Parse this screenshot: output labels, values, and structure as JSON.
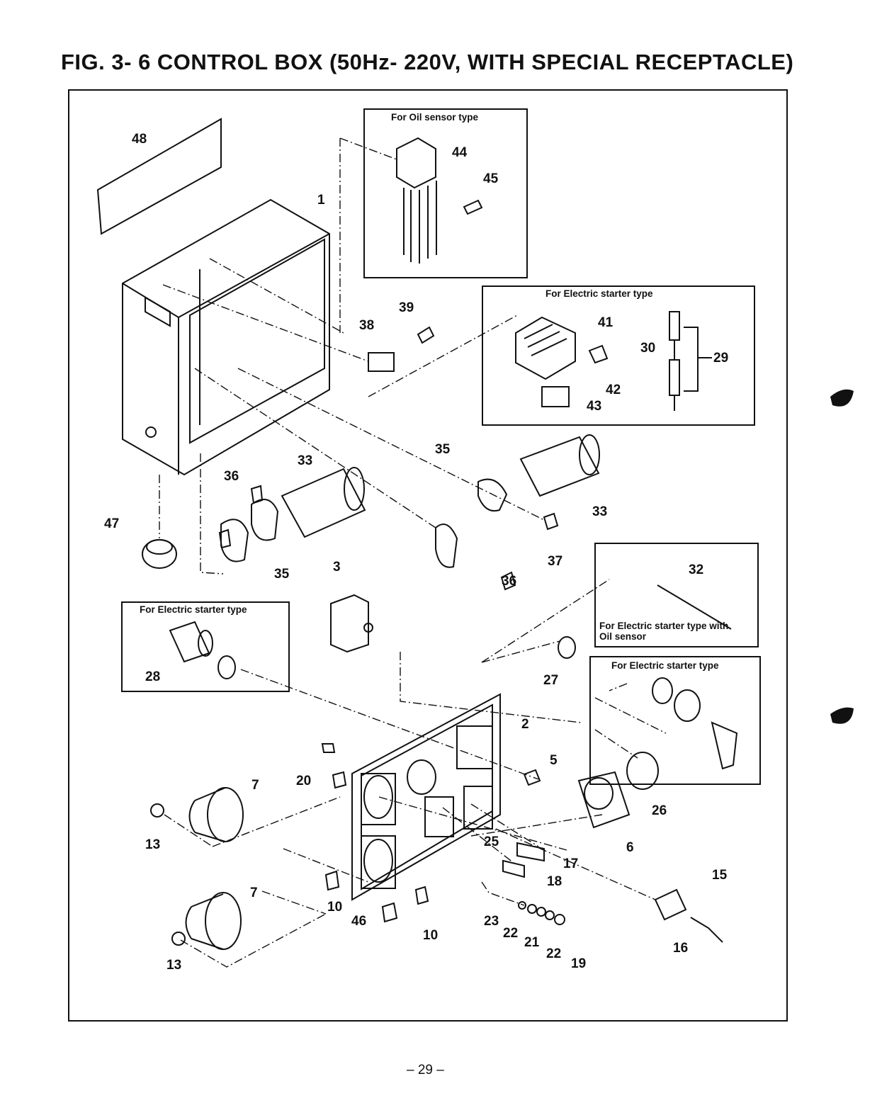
{
  "title": "FIG. 3- 6  CONTROL  BOX  (50Hz- 220V,  WITH  SPECIAL  RECEPTACLE)",
  "boxes": {
    "oil_sensor": "For Oil sensor type",
    "electric_starter_top": "For Electric starter type",
    "electric_starter_left": "For Electric starter type",
    "electric_starter_oil": "For Electric starter type with Oil sensor",
    "electric_starter_right": "For Electric starter type"
  },
  "parts": {
    "p1": "1",
    "p2": "2",
    "p3": "3",
    "p5": "5",
    "p6": "6",
    "p7a": "7",
    "p7b": "7",
    "p10a": "10",
    "p10b": "10",
    "p13a": "13",
    "p13b": "13",
    "p15": "15",
    "p16": "16",
    "p17": "17",
    "p18": "18",
    "p19": "19",
    "p20": "20",
    "p21": "21",
    "p22a": "22",
    "p22b": "22",
    "p23": "23",
    "p25": "25",
    "p26": "26",
    "p27": "27",
    "p28": "28",
    "p29": "29",
    "p30": "30",
    "p32": "32",
    "p33a": "33",
    "p33b": "33",
    "p35a": "35",
    "p35b": "35",
    "p36a": "36",
    "p36b": "36",
    "p37": "37",
    "p38": "38",
    "p39": "39",
    "p41": "41",
    "p42": "42",
    "p43": "43",
    "p44": "44",
    "p45": "45",
    "p46": "46",
    "p47": "47",
    "p48": "48"
  },
  "page_number": "– 29 –"
}
